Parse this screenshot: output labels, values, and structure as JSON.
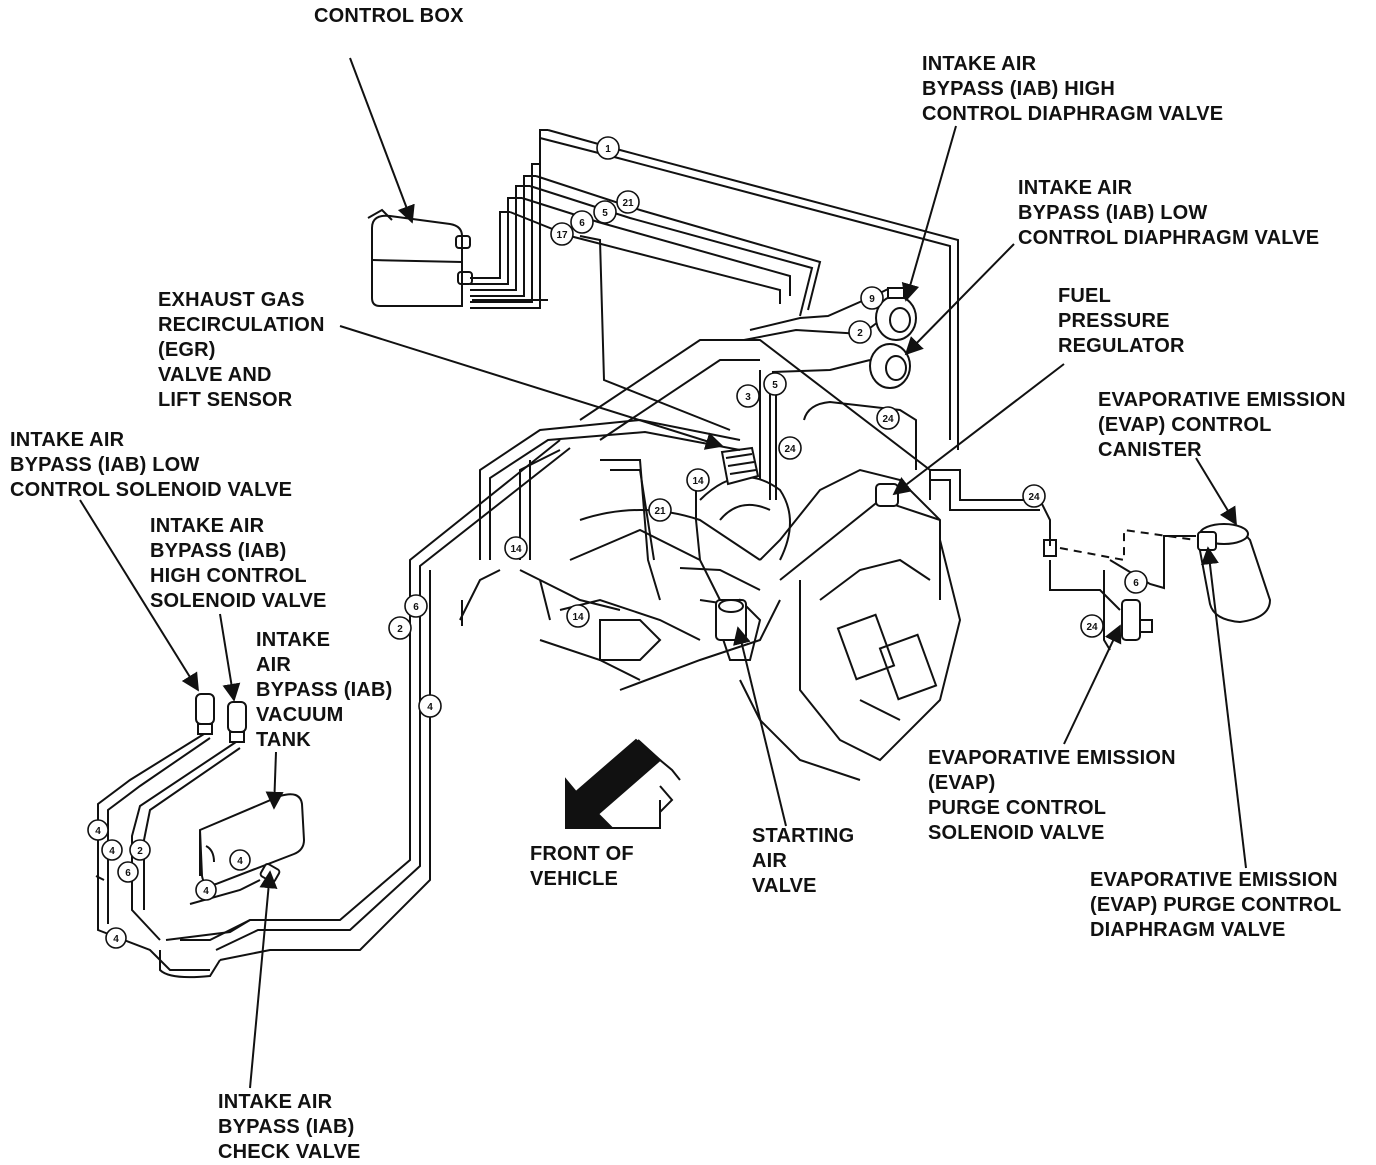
{
  "colors": {
    "ink": "#111111",
    "paper": "#ffffff"
  },
  "labels": {
    "control_box": [
      "CONTROL BOX"
    ],
    "iab_high_diaphragm": [
      "INTAKE AIR",
      "BYPASS (IAB) HIGH",
      "CONTROL DIAPHRAGM VALVE"
    ],
    "iab_low_diaphragm": [
      "INTAKE AIR",
      "BYPASS (IAB) LOW",
      "CONTROL DIAPHRAGM VALVE"
    ],
    "fuel_pressure_regulator": [
      "FUEL",
      "PRESSURE",
      "REGULATOR"
    ],
    "egr_valve": [
      "EXHAUST GAS",
      "RECIRCULATION",
      "(EGR)",
      "VALVE AND",
      "LIFT SENSOR"
    ],
    "evap_canister": [
      "EVAPORATIVE EMISSION",
      "(EVAP) CONTROL",
      "CANISTER"
    ],
    "iab_low_solenoid": [
      "INTAKE AIR",
      "BYPASS (IAB) LOW",
      "CONTROL SOLENOID VALVE"
    ],
    "iab_high_solenoid": [
      "INTAKE AIR",
      "BYPASS (IAB)",
      "HIGH CONTROL",
      "SOLENOID VALVE"
    ],
    "iab_vacuum_tank": [
      "INTAKE",
      "AIR",
      "BYPASS (IAB)",
      "VACUUM",
      "TANK"
    ],
    "front_of_vehicle": [
      "FRONT OF",
      "VEHICLE"
    ],
    "starting_air_valve": [
      "STARTING",
      "AIR",
      "VALVE"
    ],
    "evap_purge_solenoid": [
      "EVAPORATIVE EMISSION",
      "(EVAP)",
      "PURGE CONTROL",
      "SOLENOID VALVE"
    ],
    "evap_purge_diaphragm": [
      "EVAPORATIVE EMISSION",
      "(EVAP) PURGE CONTROL",
      "DIAPHRAGM VALVE"
    ],
    "iab_check_valve": [
      "INTAKE AIR",
      "BYPASS (IAB)",
      "CHECK VALVE"
    ]
  },
  "hose_numbers": {
    "h1": "1",
    "h21a": "21",
    "h5a": "5",
    "h6a": "6",
    "h17": "17",
    "h9": "9",
    "h2a": "2",
    "h3": "3",
    "h5b": "5",
    "h24a": "24",
    "h24b": "24",
    "h14a": "14",
    "h21b": "21",
    "h14b": "14",
    "h14c": "14",
    "h2b": "2",
    "h6b": "6",
    "h4a": "4",
    "h24c": "24",
    "h6c": "6",
    "h24d": "24",
    "h4b": "4",
    "h4c": "4",
    "h2c": "2",
    "h6d": "6",
    "h4d": "4",
    "h4e": "4",
    "h4f": "4"
  }
}
